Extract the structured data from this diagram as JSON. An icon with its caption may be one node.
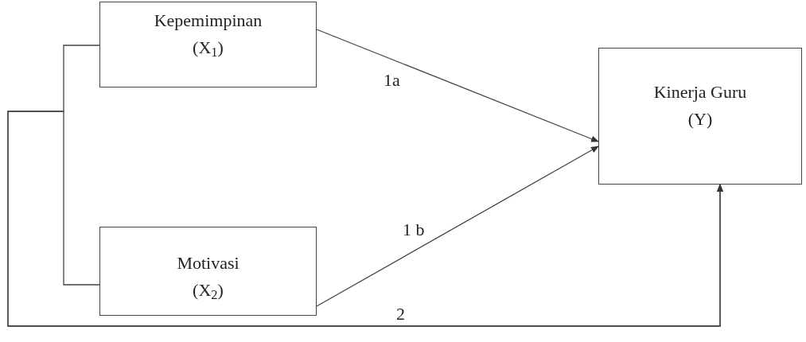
{
  "diagram": {
    "nodes": [
      {
        "text": [
          "Kepemimpinan",
          "(X$_{1}$)"
        ]
      },
      {
        "text": [
          "Motivasi",
          "(X$_{2}$)"
        ]
      },
      {
        "text": [
          "Kinerja Guru",
          "(Y)"
        ]
      }
    ],
    "edges": [
      {
        "from": 0,
        "to": 2,
        "arrow": "to",
        "label": "1a"
      },
      {
        "from": 1,
        "to": 2,
        "arrow": "to",
        "label": "1 b"
      },
      {
        "from": 0,
        "to": 2,
        "arrow": "to",
        "label": "2"
      },
      {
        "from": 1,
        "to": 2,
        "arrow": "to"
      }
    ]
  }
}
